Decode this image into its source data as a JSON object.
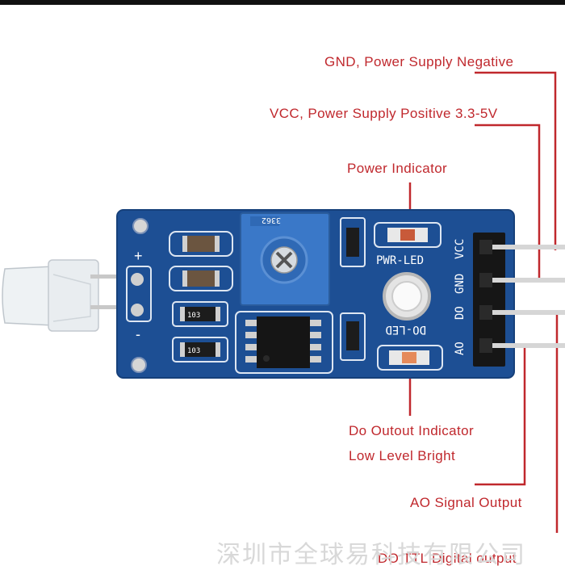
{
  "labels": {
    "gnd": "GND, Power Supply Negative",
    "vcc": "VCC, Power Supply Positive 3.3-5V",
    "power_indicator": "Power Indicator",
    "do_indicator_line1": "Do Outout Indicator",
    "do_indicator_line2": "Low Level Bright",
    "ao_output": "AO Signal Output",
    "do_output": "DO TTL Digital output"
  },
  "board": {
    "pwr_led": "PWR-LED",
    "do_led": "DO-LED",
    "pins": [
      "VCC",
      "GND",
      "DO",
      "AO"
    ],
    "pot_marking": "3362",
    "resistor_marking": "103",
    "plus": "+",
    "minus": "-"
  },
  "watermark": "深圳市全球易科技有限公司",
  "colors": {
    "pcb": "#1d4f94",
    "leader_lines": "#c0282d",
    "potentiometer": "#3a78c8"
  }
}
